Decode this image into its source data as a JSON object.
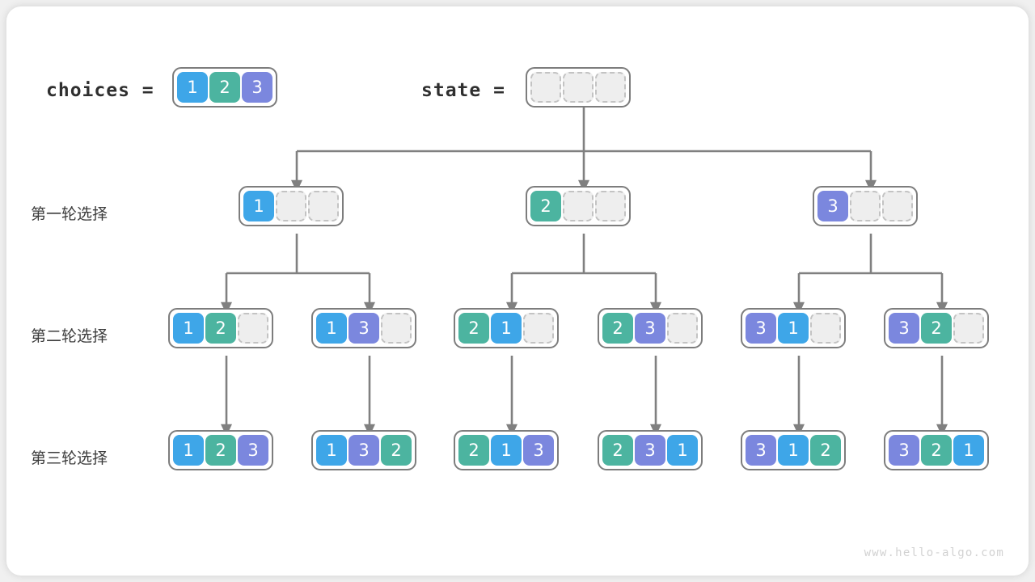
{
  "diagram": {
    "title_choices": "choices =",
    "title_state": "state =",
    "watermark": "www.hello-algo.com",
    "row_labels": [
      "第一轮选择",
      "第二轮选择",
      "第三轮选择"
    ],
    "colors": {
      "value_1": "#3ea6e8",
      "value_2": "#4cb4a0",
      "value_3": "#7b87de",
      "empty_fill": "#eeeeee",
      "empty_border": "#c3c3c3",
      "node_border": "#7d7d7d",
      "connector": "#808080",
      "card_background": "#ffffff",
      "page_background": "#f0f0f0"
    },
    "choices": {
      "label": "choices",
      "values": [
        "1",
        "2",
        "3"
      ]
    },
    "state": {
      "label": "state",
      "values": [
        "",
        "",
        ""
      ]
    },
    "empty_cell_text": "",
    "level1": [
      {
        "cells": [
          "1",
          "",
          ""
        ]
      },
      {
        "cells": [
          "2",
          "",
          ""
        ]
      },
      {
        "cells": [
          "3",
          "",
          ""
        ]
      }
    ],
    "level2": [
      {
        "cells": [
          "1",
          "2",
          ""
        ]
      },
      {
        "cells": [
          "1",
          "3",
          ""
        ]
      },
      {
        "cells": [
          "2",
          "1",
          ""
        ]
      },
      {
        "cells": [
          "2",
          "3",
          ""
        ]
      },
      {
        "cells": [
          "3",
          "1",
          ""
        ]
      },
      {
        "cells": [
          "3",
          "2",
          ""
        ]
      }
    ],
    "level3": [
      {
        "cells": [
          "1",
          "2",
          "3"
        ]
      },
      {
        "cells": [
          "1",
          "3",
          "2"
        ]
      },
      {
        "cells": [
          "2",
          "1",
          "3"
        ]
      },
      {
        "cells": [
          "2",
          "3",
          "1"
        ]
      },
      {
        "cells": [
          "3",
          "1",
          "2"
        ]
      },
      {
        "cells": [
          "3",
          "2",
          "1"
        ]
      }
    ]
  }
}
